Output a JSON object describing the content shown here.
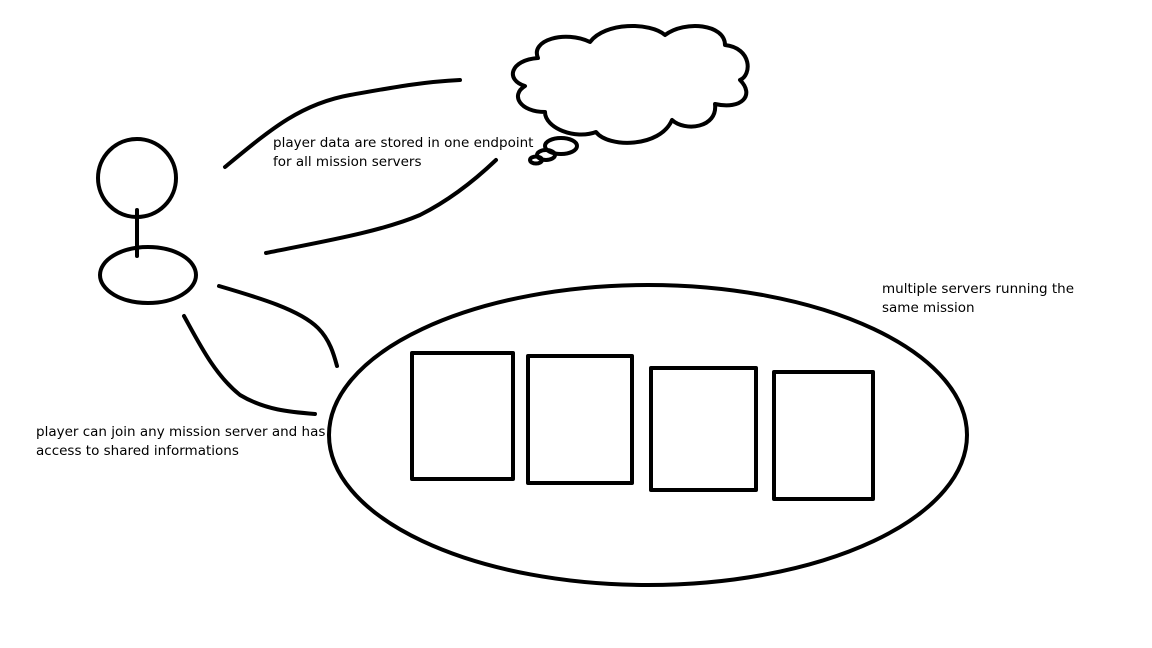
{
  "labels": {
    "storage": {
      "line1": "player data are stored in one endpoint",
      "line2": "for all mission servers"
    },
    "servers": {
      "line1": "multiple servers running the",
      "line2": "same mission"
    },
    "player": {
      "line1": "player can join any mission server and has",
      "line2": "access to shared informations"
    }
  },
  "colors": {
    "stroke": "#000000",
    "background": "#ffffff"
  }
}
